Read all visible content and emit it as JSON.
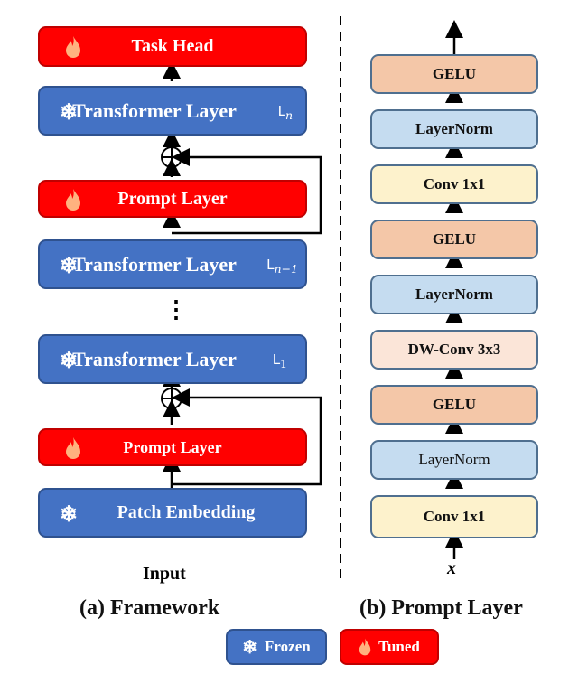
{
  "framework": {
    "task_head": "Task Head",
    "transformer_layer": "Transformer Layer",
    "layer_n": "L",
    "layer_n_sub": "n",
    "layer_n1_sub": "n−1",
    "layer_1_sub": "1",
    "prompt_layer": "Prompt Layer",
    "patch_embedding": "Patch Embedding",
    "input": "Input",
    "ellipsis": "⋮"
  },
  "prompt_layer_stack": [
    "GELU",
    "LayerNorm",
    "Conv 1x1",
    "GELU",
    "LayerNorm",
    "DW-Conv 3x3",
    "GELU",
    "LayerNorm",
    "Conv 1x1"
  ],
  "prompt_input": "x",
  "captions": {
    "a": "(a) Framework",
    "b": "(b) Prompt Layer"
  },
  "legend": {
    "frozen": "Frozen",
    "tuned": "Tuned"
  },
  "colors": {
    "frozen": "#4472c4",
    "tuned": "#ff0000",
    "gelu": "#f4c7a8",
    "layernorm": "#c5dcf0",
    "conv": "#fdf2cc",
    "dwconv": "#fbe5d8"
  }
}
